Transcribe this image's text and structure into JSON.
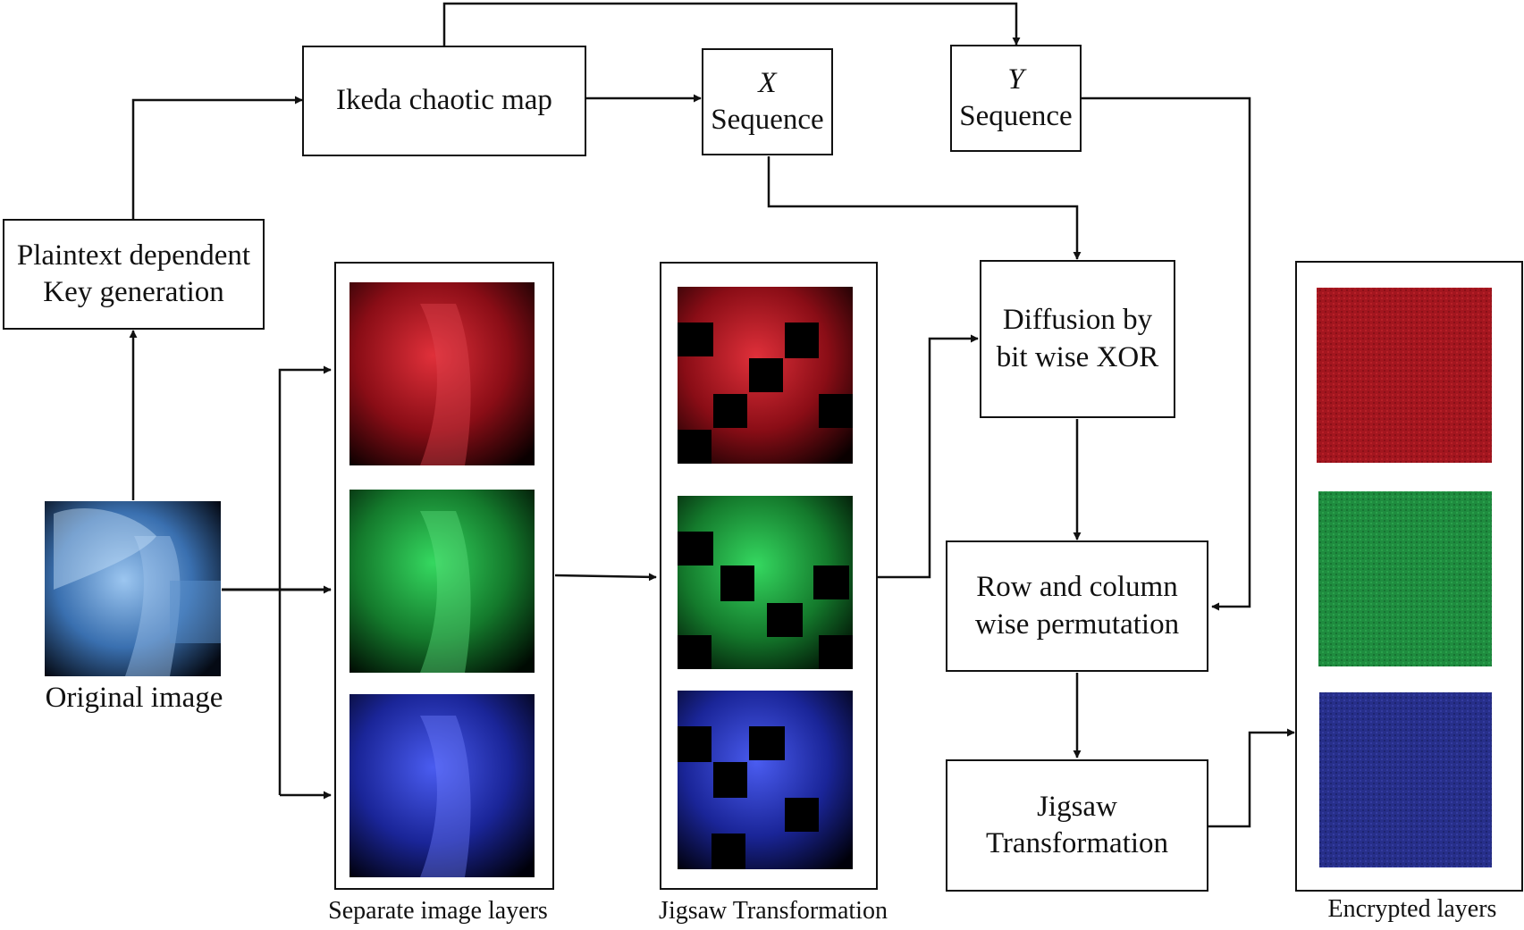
{
  "boxes": {
    "ikeda": "Ikeda chaotic map",
    "x_seq": {
      "var": "X",
      "label": "Sequence"
    },
    "y_seq": {
      "var": "Y",
      "label": "Sequence"
    },
    "keygen": {
      "line1": "Plaintext dependent",
      "line2": "Key generation"
    },
    "diffusion": {
      "line1": "Diffusion by",
      "line2": "bit wise XOR"
    },
    "permutation": {
      "line1": "Row and column",
      "line2": "wise permutation"
    },
    "jigsaw": {
      "line1": "Jigsaw",
      "line2": "Transformation"
    }
  },
  "captions": {
    "original": "Original image",
    "separate": "Separate image layers",
    "jigsaw": "Jigsaw Transformation",
    "encrypted": "Encrypted layers"
  },
  "colors": {
    "red_layer": "#b0121c",
    "green_layer": "#1aa83c",
    "blue_layer": "#1f2fb8",
    "encrypted_red": "#a3161f",
    "encrypted_green": "#1f8c3f",
    "encrypted_blue": "#272f8a",
    "xray": "#6fa8e0"
  }
}
